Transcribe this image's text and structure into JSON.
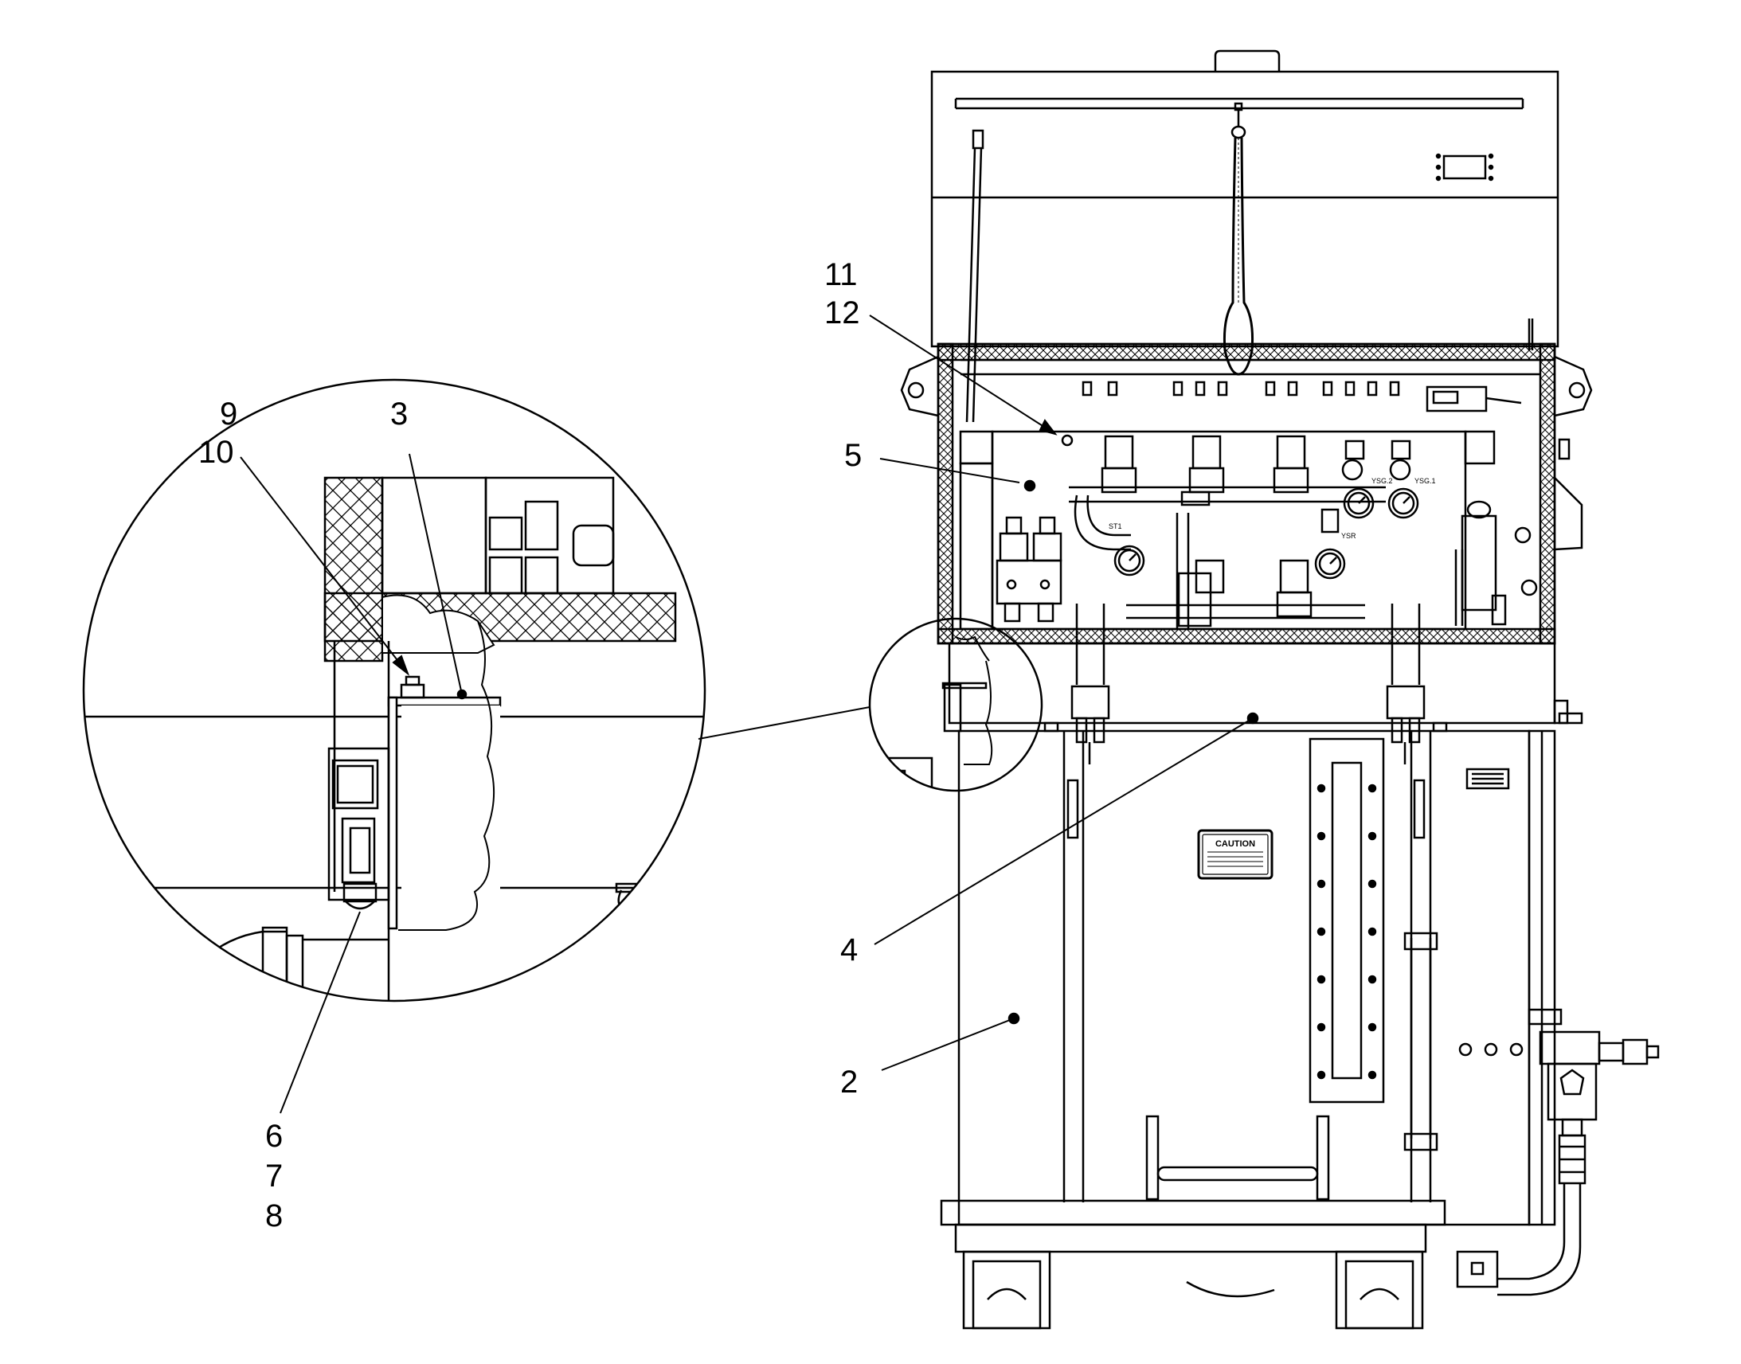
{
  "callouts": {
    "c11": "11",
    "c12": "12",
    "c9": "9",
    "c10": "10",
    "c3": "3",
    "c5": "5",
    "c4": "4",
    "c2": "2",
    "c6": "6",
    "c7": "7",
    "c8": "8"
  },
  "panel_labels": {
    "caution": "CAUTION",
    "st1": "ST1",
    "ysg2": "YSG.2",
    "ysg1": "YSG.1",
    "ysr": "YSR"
  },
  "colors": {
    "line": "#000000",
    "background": "#ffffff",
    "hatch": "#000000"
  }
}
